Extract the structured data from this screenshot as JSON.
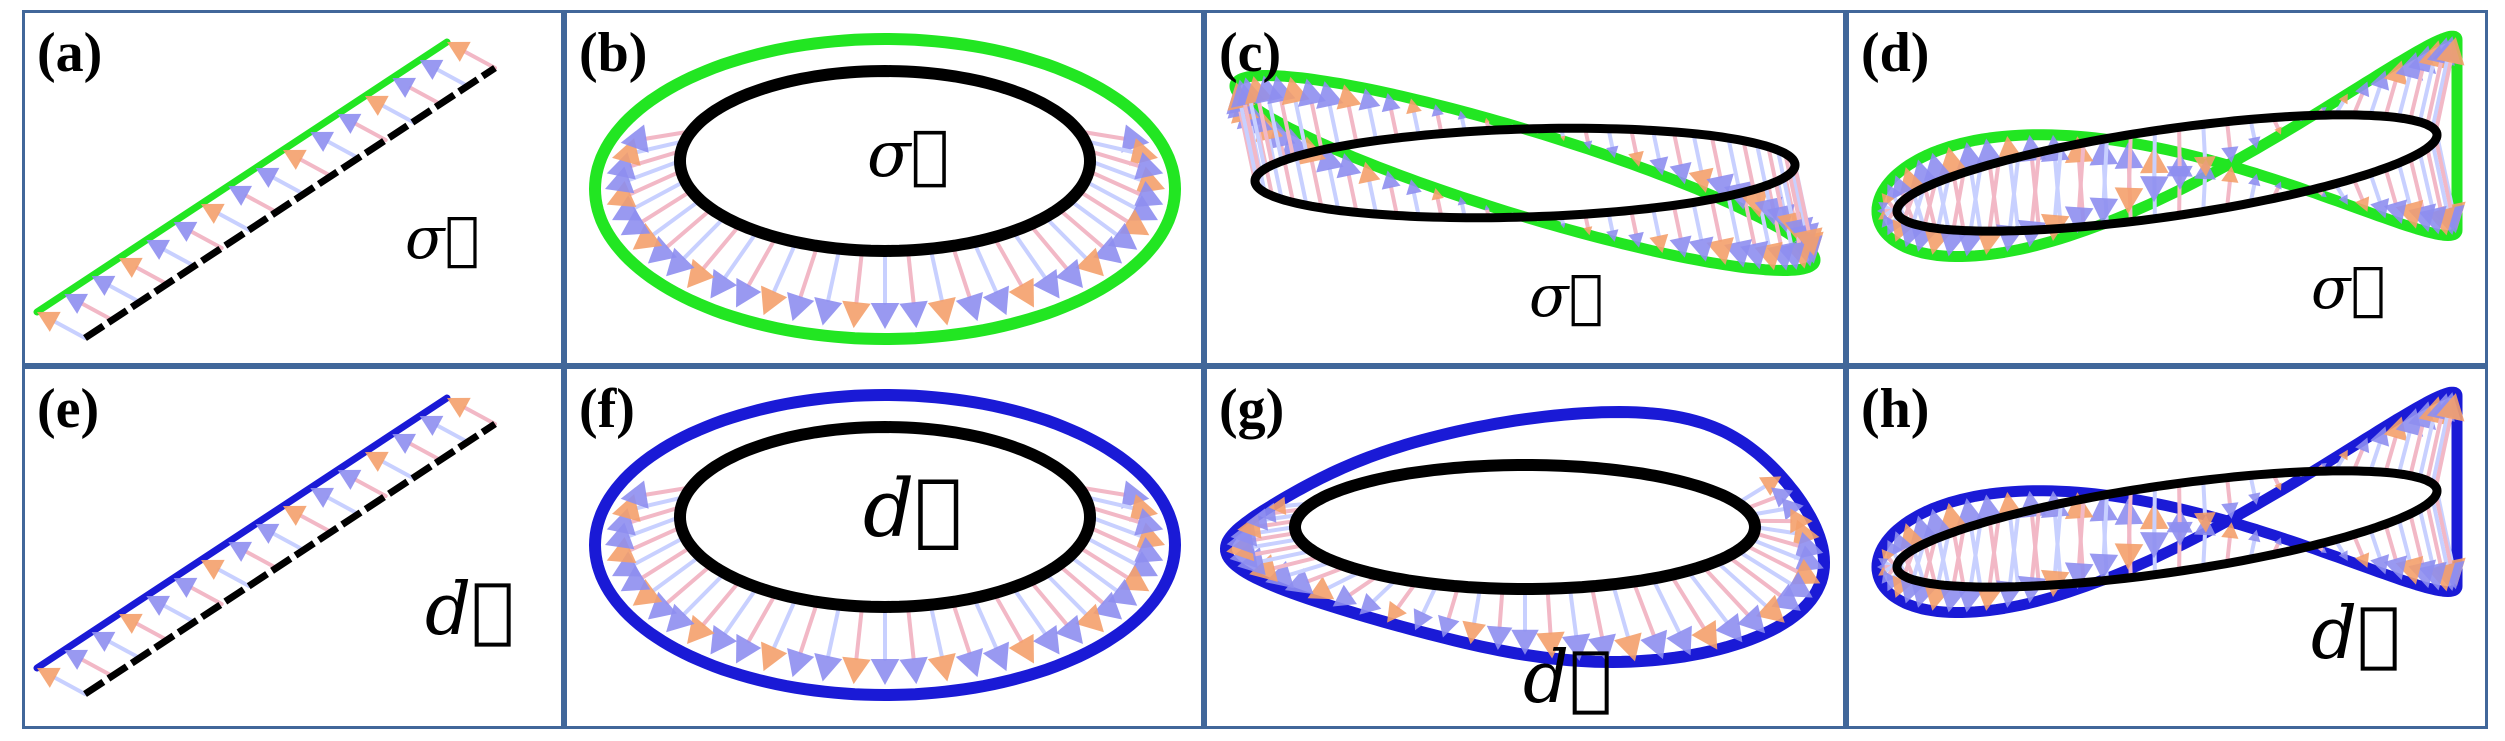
{
  "panels": [
    {
      "id": "a",
      "label": "(a)",
      "vector": "σ⃗",
      "shape": "strip",
      "edge_color": "#22e622"
    },
    {
      "id": "b",
      "label": "(b)",
      "vector": "σ⃗",
      "shape": "ring",
      "edge_color": "#22e622"
    },
    {
      "id": "c",
      "label": "(c)",
      "vector": "σ⃗",
      "shape": "twist-2",
      "edge_color": "#22e622"
    },
    {
      "id": "d",
      "label": "(d)",
      "vector": "σ⃗",
      "shape": "twist-3",
      "edge_color": "#22e622"
    },
    {
      "id": "e",
      "label": "(e)",
      "vector": "d⃗",
      "shape": "strip",
      "edge_color": "#1a1ad6"
    },
    {
      "id": "f",
      "label": "(f)",
      "vector": "d⃗",
      "shape": "ring",
      "edge_color": "#1a1ad6"
    },
    {
      "id": "g",
      "label": "(g)",
      "vector": "d⃗",
      "shape": "wavy",
      "edge_color": "#1a1ad6"
    },
    {
      "id": "h",
      "label": "(h)",
      "vector": "d⃗",
      "shape": "twist-3",
      "edge_color": "#1a1ad6"
    }
  ],
  "colors": {
    "frame": "#41679a",
    "backbone": "#000000",
    "arrow_light": "#c8d0ff",
    "arrow_pink": "#f2b8c6",
    "arrow_head_blue": "#8e8ef0",
    "arrow_head_orange": "#f4a06c"
  }
}
